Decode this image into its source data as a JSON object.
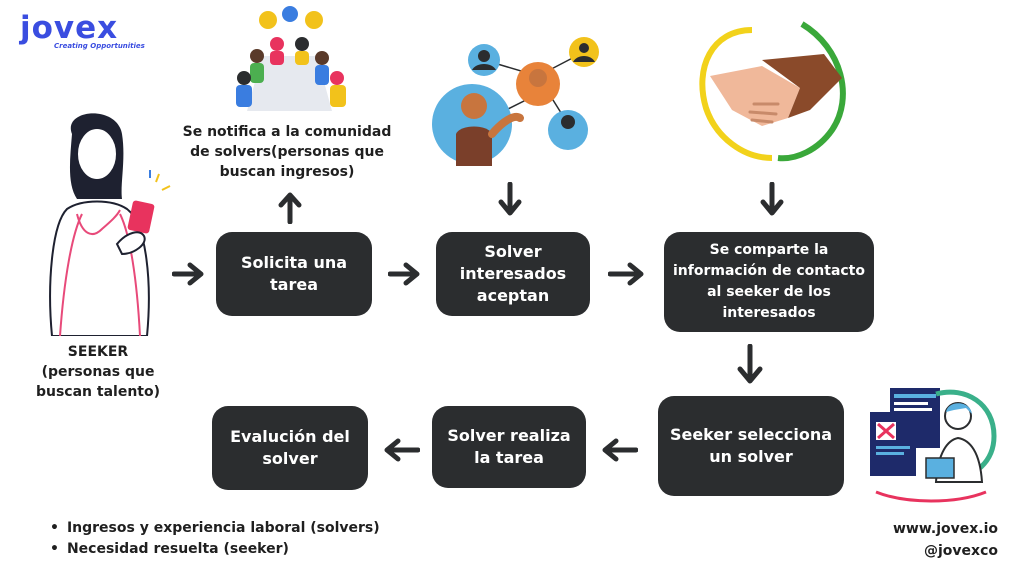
{
  "brand": {
    "name": "jovex",
    "tagline": "Creating Opportunities"
  },
  "seeker": {
    "title": "SEEKER",
    "subtitle": "(personas que buscan talento)"
  },
  "notify_label": "Se notifica a la comunidad de solvers(personas que buscan ingresos)",
  "steps": {
    "request": "Solicita una tarea",
    "accept": "Solver interesados aceptan",
    "share": "Se comparte la información de contacto al seeker de los interesados",
    "select": "Seeker selecciona un solver",
    "perform": "Solver realiza la tarea",
    "evaluate": "Evalución del solver"
  },
  "outcomes": [
    "Ingresos y experiencia laboral (solvers)",
    "Necesidad resuelta (seeker)"
  ],
  "contact": {
    "website": "www.jovex.io",
    "handle": "@jovexco"
  },
  "colors": {
    "brand": "#3a4de0",
    "box": "#2b2d2f",
    "arrow": "#2b2d2f"
  },
  "icons": [
    "seeker-illustration",
    "community-meeting-illustration",
    "network-people-illustration",
    "handshake-illustration",
    "developer-illustration"
  ]
}
